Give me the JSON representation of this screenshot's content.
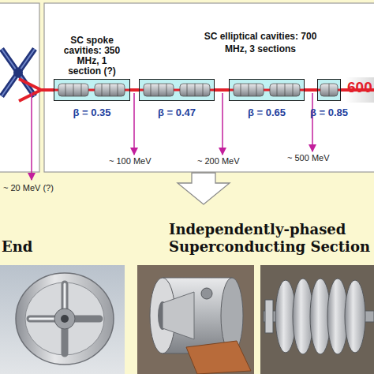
{
  "diagram": {
    "nodes": [
      {
        "text": [
          "SC spoke cavities: 350 MHz, 1 section (?)",
          "β = 0.35"
        ]
      },
      {
        "text": [
          "β = 0.47"
        ]
      },
      {
        "text": [
          "β = 0.65"
        ]
      },
      {
        "text": [
          "β = 0.85"
        ]
      }
    ],
    "edges": [
      {
        "from": 0,
        "to": 1,
        "arrow": "none"
      },
      {
        "from": 1,
        "to": 2,
        "arrow": "none"
      },
      {
        "from": 2,
        "to": 3,
        "arrow": "none"
      }
    ],
    "labels": [
      "SC elliptical cavities: 700 MHz, 3 sections",
      "600",
      "~ 100 MeV",
      "~ 200 MeV",
      "~ 500 MeV",
      "~ 20 MeV (?)",
      "End",
      "Independently-phased Superconducting Section"
    ]
  }
}
